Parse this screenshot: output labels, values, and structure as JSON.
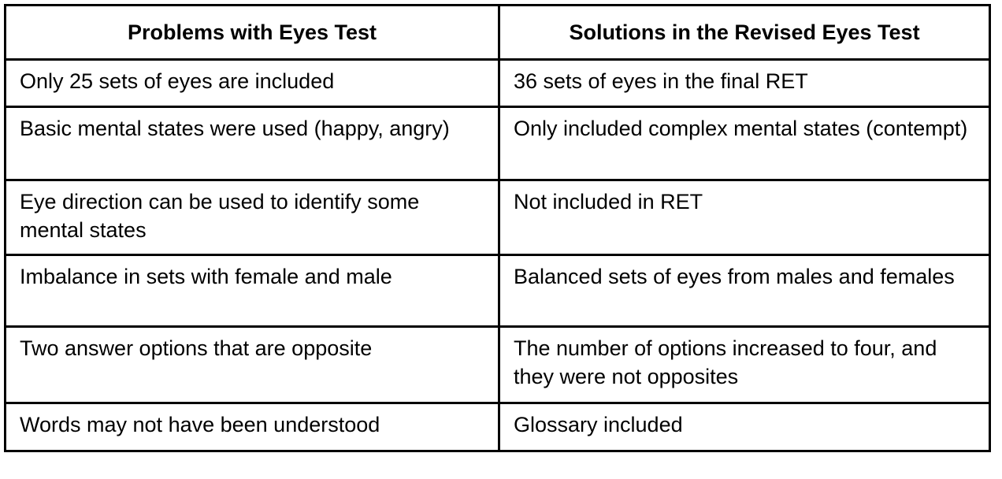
{
  "table": {
    "columns": [
      {
        "header": "Problems with Eyes Test"
      },
      {
        "header": "Solutions in the Revised Eyes Test"
      }
    ],
    "rows": [
      {
        "problem": "Only 25 sets of eyes are included",
        "solution": "36 sets of eyes in the final RET"
      },
      {
        "problem": "Basic mental states were used (happy, angry)",
        "solution": "Only included complex mental states (contempt)"
      },
      {
        "problem": "Eye direction can be used to identify some mental states",
        "solution": "Not included in RET"
      },
      {
        "problem": "Imbalance in sets with female and male",
        "solution": "Balanced sets of eyes from males and females"
      },
      {
        "problem": "Two answer options that are opposite",
        "solution": "The number of options increased to four, and they were not opposites"
      },
      {
        "problem": "Words may not have been understood",
        "solution": "Glossary included"
      }
    ]
  },
  "style": {
    "border_color": "#000000",
    "background_color": "#ffffff",
    "text_color": "#000000"
  }
}
